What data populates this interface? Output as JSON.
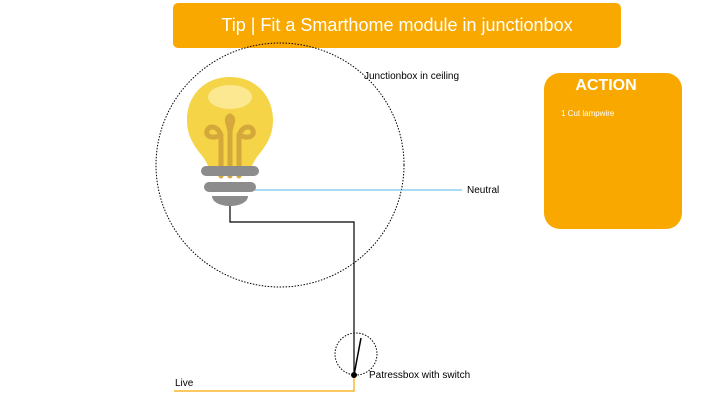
{
  "title": "Tip | Fit a Smarthome module in junctionbox",
  "labels": {
    "junctionbox": "Junctionbox in ceiling",
    "neutral": "Neutral",
    "patressbox": "Patressbox with switch",
    "live": "Live"
  },
  "action": {
    "heading": "ACTION",
    "steps": [
      "1 Cut lampwire"
    ]
  },
  "colors": {
    "accent": "#f9a800",
    "neutral_wire": "#4db8e8",
    "live_wire": "#f9a800",
    "lamp_wire": "#000000",
    "bulb_glass": "#f5d547",
    "bulb_filament": "#d4a83a",
    "bulb_base": "#8c8c8c"
  },
  "icons": [
    "lightbulb-icon",
    "switch-icon"
  ]
}
